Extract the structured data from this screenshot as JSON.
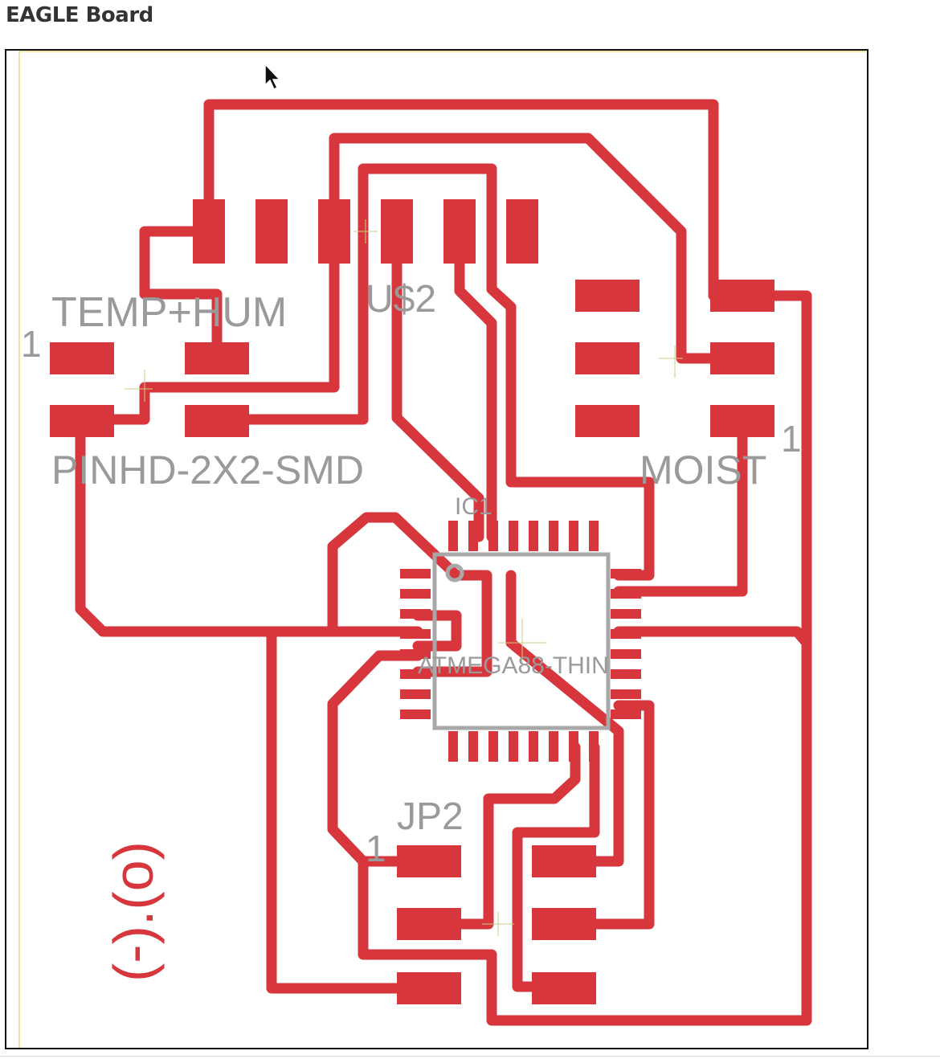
{
  "header": {
    "title": "EAGLE Board"
  },
  "board": {
    "trace_color": "#d6363c",
    "silk_color": "#9a9a9a",
    "outline_color": "#e8dc8c",
    "labels": {
      "temp_hum": "TEMP+HUM",
      "temp_hum_pin1": "1",
      "pinhd": "PINHD-2X2-SMD",
      "us2": "U$2",
      "moist": "MOIST",
      "moist_pin1": "1",
      "ic1": "IC1",
      "atmega": "ATMEGA88-THIN",
      "jp2": "JP2",
      "jp2_pin1": "1",
      "logo_text": "(-).(o)"
    }
  }
}
